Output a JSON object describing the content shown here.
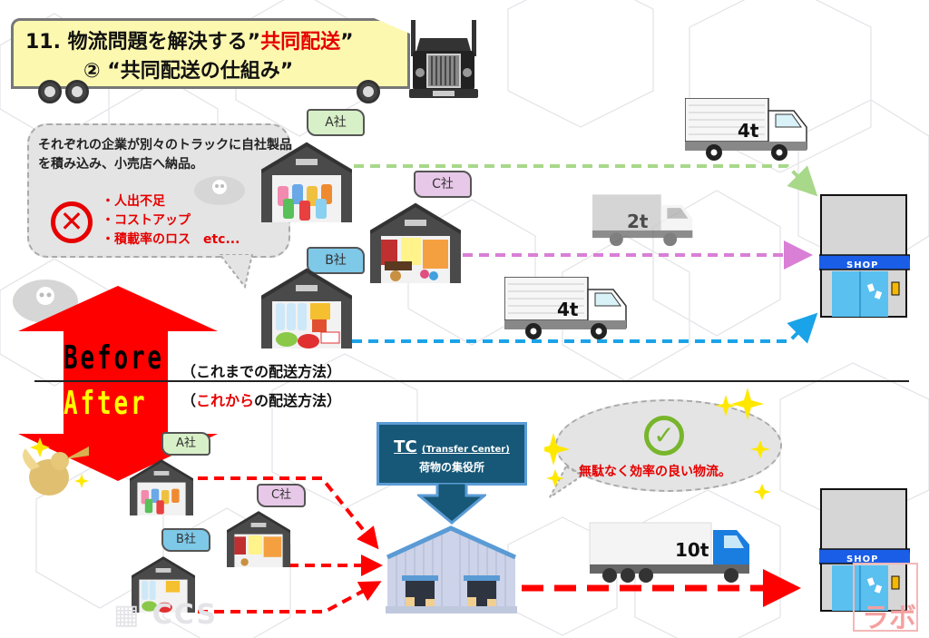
{
  "title": {
    "line1_prefix": "11.  物流問題を解決する”",
    "line1_highlight": "共同配送",
    "line1_suffix": "”",
    "line2": "② “共同配送の仕組み”"
  },
  "before_section": {
    "bubble_text": "それぞれの企業が別々のトラックに自社製品を積み込み、小売店へ納品。",
    "problems": [
      "・人出不足",
      "・コストアップ",
      "・積載率のロス　etc..."
    ],
    "label": "Before",
    "subtitle": "（これまでの配送方法）",
    "companies": [
      {
        "name": "A社",
        "goods": "drinks",
        "route_color": "#a8d88a"
      },
      {
        "name": "C社",
        "goods": "snacks",
        "route_color": "#d97fd6"
      },
      {
        "name": "B社",
        "goods": "groceries",
        "route_color": "#1aa3e8"
      }
    ],
    "trucks": [
      {
        "capacity": "4t",
        "company": "A社"
      },
      {
        "capacity": "2t",
        "company": "C社"
      },
      {
        "capacity": "4t",
        "company": "B社"
      }
    ],
    "shop_label": "SHOP"
  },
  "after_section": {
    "label": "After",
    "subtitle_prefix": "（",
    "subtitle_highlight": "これから",
    "subtitle_suffix": "の配送方法）",
    "companies": [
      {
        "name": "A社"
      },
      {
        "name": "C社"
      },
      {
        "name": "B社"
      }
    ],
    "tc": {
      "abbr": "TC",
      "full": "(Transfer Center)",
      "description": "荷物の集役所"
    },
    "truck": {
      "capacity": "10t"
    },
    "benefit_text": "無駄なく効率の良い物流。",
    "shop_label": "SHOP",
    "route_color": "#ff0000"
  },
  "colors": {
    "accent_red": "#e60000",
    "title_bg": "#fdf8b0",
    "tc_blue": "#175878",
    "check_green": "#77b52b",
    "shop_blue": "#1a5ee8"
  }
}
